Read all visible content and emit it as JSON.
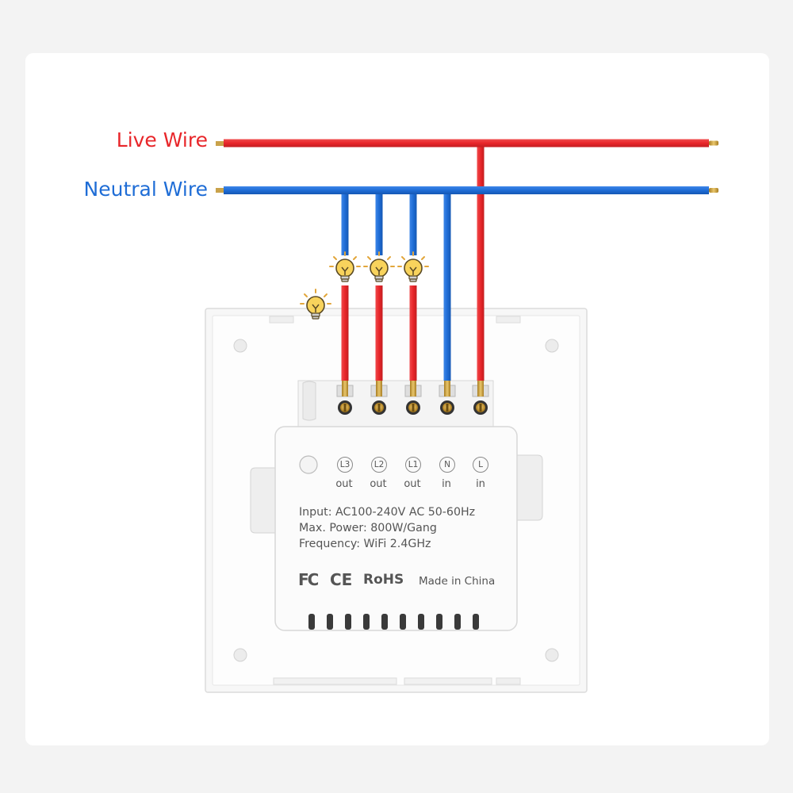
{
  "wires": {
    "live": {
      "label": "Live Wire",
      "color": "#e8262a"
    },
    "neutral": {
      "label": "Neutral Wire",
      "color": "#1f6dd6"
    }
  },
  "terminals": [
    {
      "id": "L3",
      "sub": "out",
      "wire": "live"
    },
    {
      "id": "L2",
      "sub": "out",
      "wire": "live"
    },
    {
      "id": "L1",
      "sub": "out",
      "wire": "live"
    },
    {
      "id": "N",
      "sub": "in",
      "wire": "neutral"
    },
    {
      "id": "L",
      "sub": "in",
      "wire": "live"
    }
  ],
  "specs": {
    "input": "Input: AC100-240V AC 50-60Hz",
    "power": "Max. Power: 800W/Gang",
    "frequency": "Frequency: WiFi 2.4GHz"
  },
  "certs": {
    "fc": "FC",
    "ce": "CE",
    "rohs": "RoHS",
    "made_in": "Made in China"
  },
  "colors": {
    "terminal_brass": "#c9a24a",
    "bulb_yellow": "#f8d35c"
  }
}
